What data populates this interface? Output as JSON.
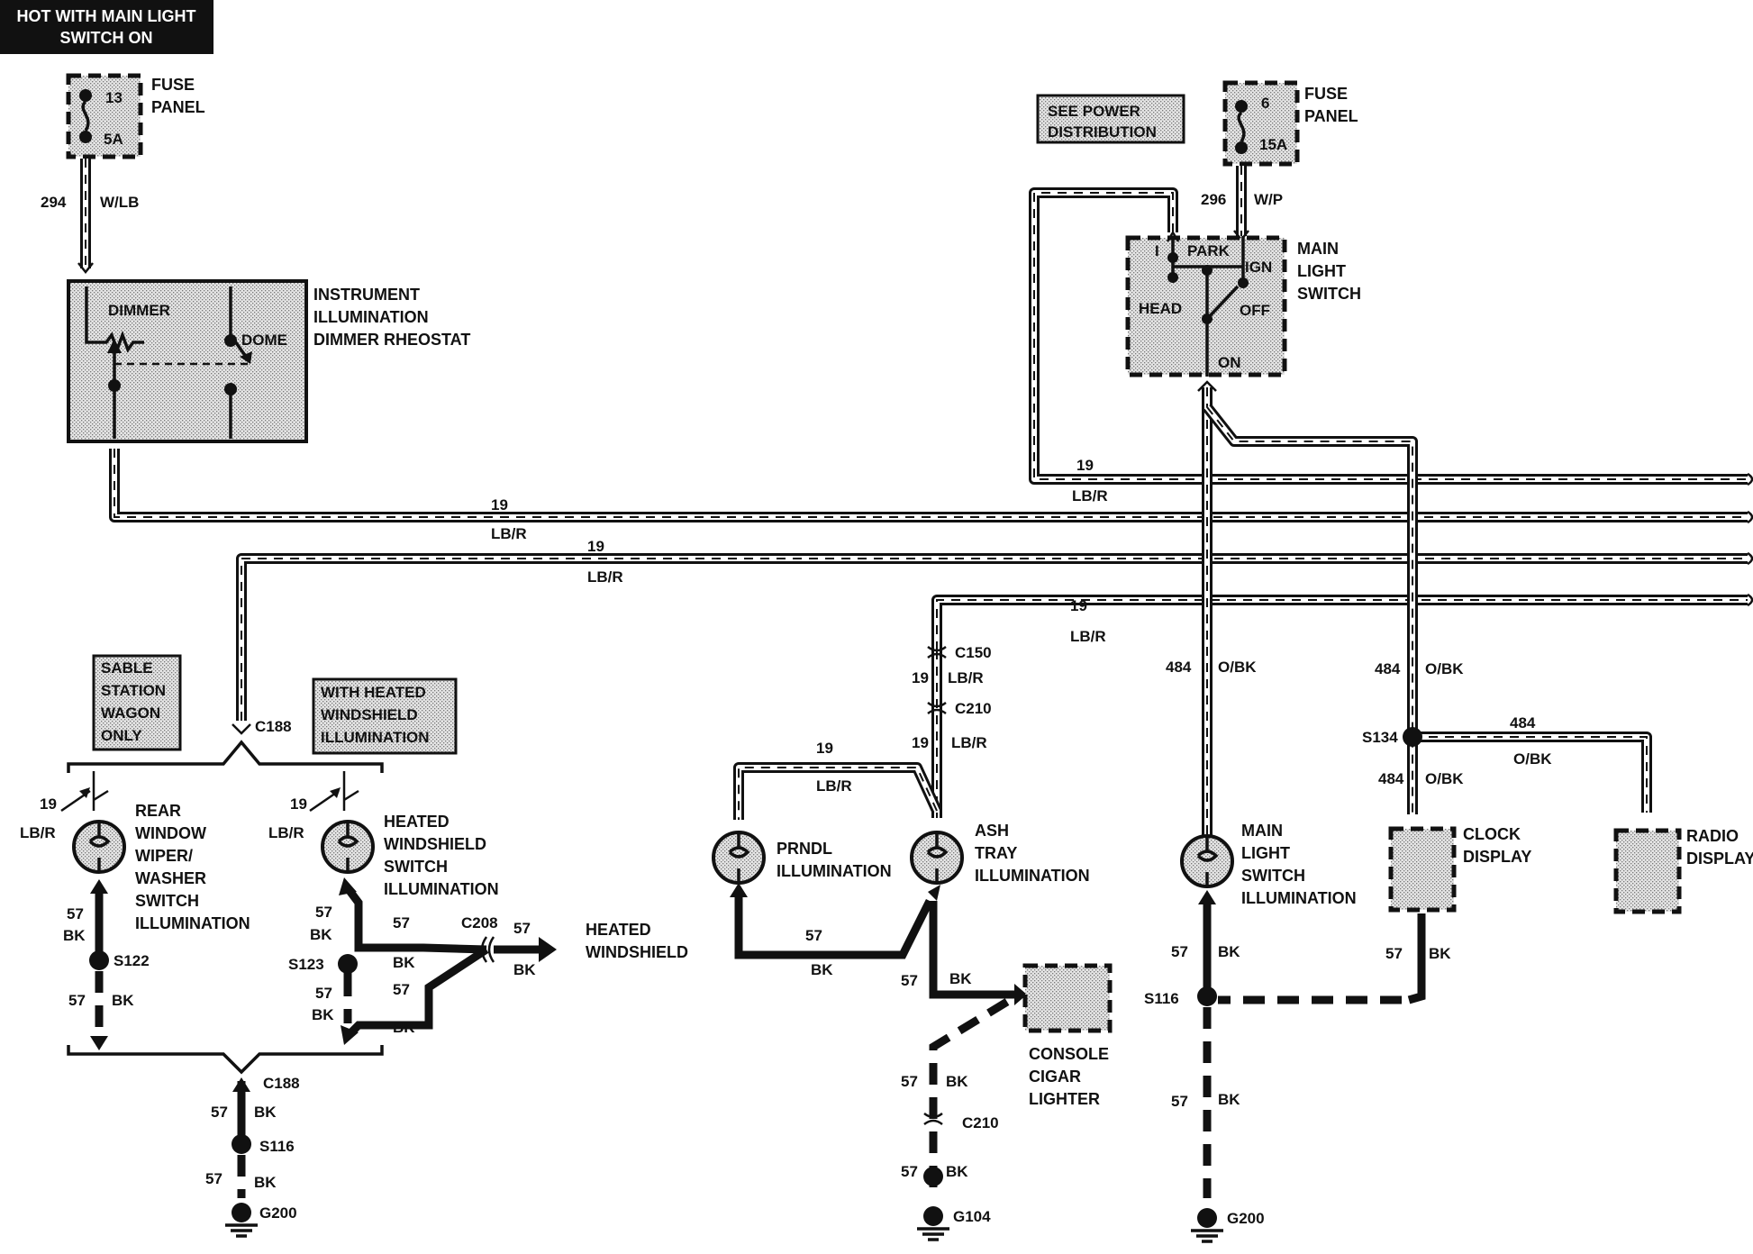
{
  "header": {
    "line1": "HOT WITH MAIN LIGHT",
    "line2": "SWITCH ON"
  },
  "fuse_left": {
    "number": "13",
    "rating": "5A",
    "label1": "FUSE",
    "label2": "PANEL"
  },
  "fuse_right": {
    "number": "6",
    "rating": "15A",
    "label1": "FUSE",
    "label2": "PANEL"
  },
  "see_power": {
    "line1": "SEE POWER",
    "line2": "DISTRIBUTION"
  },
  "wire_294": {
    "circuit": "294",
    "color": "W/LB"
  },
  "wire_296": {
    "circuit": "296",
    "color": "W/P"
  },
  "rheostat": {
    "dimmer": "DIMMER",
    "dome": "DOME",
    "label1": "INSTRUMENT",
    "label2": "ILLUMINATION",
    "label3": "DIMMER RHEOSTAT"
  },
  "main_switch": {
    "park": "PARK",
    "i": "I",
    "ign": "IGN",
    "head": "HEAD",
    "off": "OFF",
    "on": "ON",
    "label1": "MAIN",
    "label2": "LIGHT",
    "label3": "SWITCH"
  },
  "circuits": {
    "c19": "19",
    "lbr": "LB/R",
    "c484": "484",
    "obk": "O/BK",
    "c57": "57",
    "bk": "BK"
  },
  "connectors": {
    "c188": "C188",
    "c150": "C150",
    "c210": "C210",
    "c208": "C208"
  },
  "splices": {
    "s122": "S122",
    "s123": "S123",
    "s116": "S116",
    "s134": "S134"
  },
  "grounds": {
    "g200": "G200",
    "g104": "G104"
  },
  "note_sable": {
    "line1": "SABLE",
    "line2": "STATION",
    "line3": "WAGON",
    "line4": "ONLY"
  },
  "note_heated": {
    "line1": "WITH HEATED",
    "line2": "WINDSHIELD",
    "line3": "ILLUMINATION"
  },
  "rear_wiper": {
    "line1": "REAR",
    "line2": "WINDOW",
    "line3": "WIPER/",
    "line4": "WASHER",
    "line5": "SWITCH",
    "line6": "ILLUMINATION"
  },
  "heated_switch": {
    "line1": "HEATED",
    "line2": "WINDSHIELD",
    "line3": "SWITCH",
    "line4": "ILLUMINATION"
  },
  "heated_windshield": {
    "line1": "HEATED",
    "line2": "WINDSHIELD"
  },
  "prndl": {
    "line1": "PRNDL",
    "line2": "ILLUMINATION"
  },
  "ash_tray": {
    "line1": "ASH",
    "line2": "TRAY",
    "line3": "ILLUMINATION"
  },
  "cigar": {
    "line1": "CONSOLE",
    "line2": "CIGAR",
    "line3": "LIGHTER"
  },
  "mls_illum": {
    "line1": "MAIN",
    "line2": "LIGHT",
    "line3": "SWITCH",
    "line4": "ILLUMINATION"
  },
  "clock": {
    "line1": "CLOCK",
    "line2": "DISPLAY"
  },
  "radio": {
    "line1": "RADIO",
    "line2": "DISPLAY"
  }
}
